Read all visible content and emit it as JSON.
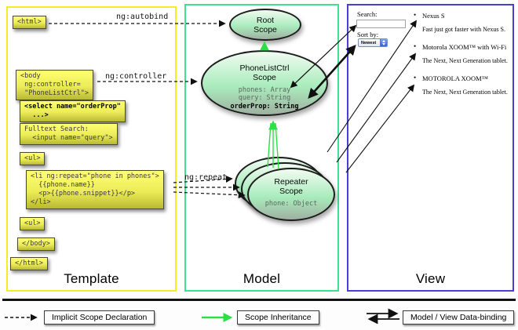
{
  "template_panel": {
    "label": "Template",
    "boxes": {
      "html_open": "<html>",
      "body_open": "<body\n ng:controller=\n \"PhoneListCtrl\">",
      "select": "<select name=\"orderProp\"\n  ...>",
      "fulltext": "Fulltext Search:\n  <input name=\"query\">",
      "ul_open": "<ul>",
      "li_repeat": "<li ng:repeat=\"phone in phones\">\n  {{phone.name}}\n  <p>{{phone.snippet}}</p>\n</li>",
      "ul_second": "<ul>",
      "body_close": "</body>",
      "html_close": "</html>"
    }
  },
  "model_panel": {
    "label": "Model",
    "root_scope": {
      "title": "Root\nScope"
    },
    "phonelistctrl_scope": {
      "title": "PhoneListCtrl\nScope",
      "prop1": "phones: Array",
      "prop2": "query: String",
      "bold_prop": "orderProp: String"
    },
    "repeater_scope": {
      "title": "Repeater\nScope",
      "prop": "phone: Object"
    }
  },
  "edge_labels": {
    "autobind": "ng:autobind",
    "controller": "ng:controller",
    "repeat": "ng:repeat"
  },
  "view_panel": {
    "label": "View",
    "search_label": "Search:",
    "sort_label": "Sort by:",
    "sort_value": "Newest",
    "bullet": "•",
    "items": [
      {
        "title": "Nexus S",
        "desc": "Fast just got faster with Nexus S."
      },
      {
        "title": "Motorola XOOM™ with Wi-Fi",
        "desc": "The Next, Next Generation tablet."
      },
      {
        "title": "MOTOROLA XOOM™",
        "desc": "The Next, Next Generation tablet."
      }
    ]
  },
  "legend": {
    "implicit": "Implicit Scope Declaration",
    "inheritance": "Scope Inheritance",
    "databinding": "Model / View Data-binding"
  },
  "colors": {
    "template_border": "#f2ee26",
    "model_border": "#3fe08f",
    "view_border": "#4a3fd2",
    "inheritance_green": "#2be044",
    "box_yellow": "#ecec58"
  }
}
